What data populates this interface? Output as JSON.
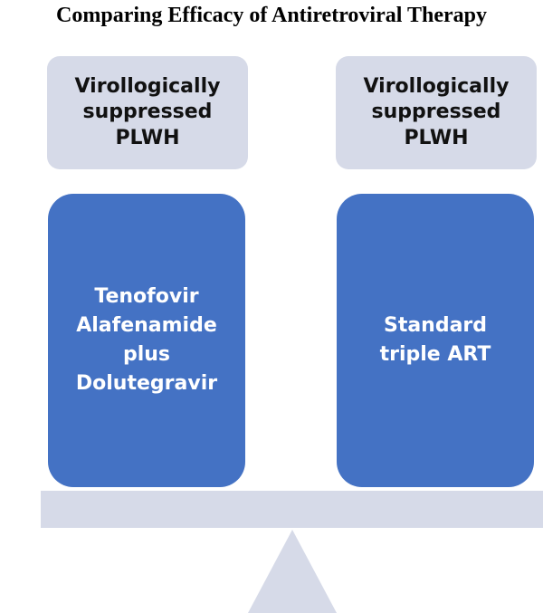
{
  "title": "Comparing Efficacy of Antiretroviral Therapy",
  "left": {
    "population": [
      "Virollogically",
      "suppressed",
      "PLWH"
    ],
    "arm": [
      "Tenofovir",
      "Alafenamide",
      "plus",
      "Dolutegravir"
    ]
  },
  "right": {
    "population": [
      "Virollogically",
      "suppressed",
      "PLWH"
    ],
    "arm": [
      "Standard",
      "triple ART"
    ]
  },
  "colors": {
    "population_box": "#d6dae8",
    "arm_box": "#4472c4",
    "scale": "#d6dae8",
    "arm_text": "#ffffff"
  }
}
